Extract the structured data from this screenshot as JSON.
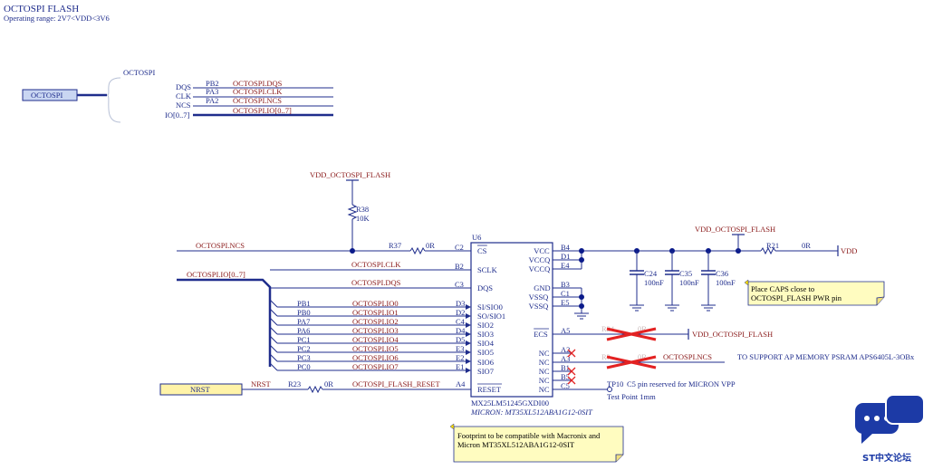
{
  "header": {
    "title": "OCTOSPI FLASH",
    "subtitle": "Operating range: 2V7<VDD<3V6"
  },
  "harness": {
    "port_label": "OCTOSPI",
    "bus_title": "OCTOSPI",
    "signals": [
      {
        "pin": "DQS",
        "port": "PB2",
        "net": "OCTOSPI.DQS"
      },
      {
        "pin": "CLK",
        "port": "PA3",
        "net": "OCTOSPI.CLK"
      },
      {
        "pin": "NCS",
        "port": "PA2",
        "net": "OCTOSPI.NCS"
      },
      {
        "pin": "IO[0..7]",
        "port": "",
        "net": "OCTOSPI.IO[0..7]"
      }
    ]
  },
  "pullup": {
    "supply": "VDD_OCTOSPI_FLASH",
    "ref": "R38",
    "value": "10K"
  },
  "left_nets": {
    "ncs": "OCTOSPI.NCS",
    "r37_ref": "R37",
    "r37_val": "0R",
    "io_bus": "OCTOSPI.IO[0..7]",
    "clk": "OCTOSPI.CLK",
    "dqs": "OCTOSPI.DQS",
    "io_lines": [
      {
        "port": "PB1",
        "net": "OCTOSPI.IO0",
        "pin": "D3"
      },
      {
        "port": "PB0",
        "net": "OCTOSPI.IO1",
        "pin": "D2"
      },
      {
        "port": "PA7",
        "net": "OCTOSPI.IO2",
        "pin": "C4"
      },
      {
        "port": "PA6",
        "net": "OCTOSPI.IO3",
        "pin": "D4"
      },
      {
        "port": "PC1",
        "net": "OCTOSPI.IO4",
        "pin": "D5"
      },
      {
        "port": "PC2",
        "net": "OCTOSPI.IO5",
        "pin": "E3"
      },
      {
        "port": "PC3",
        "net": "OCTOSPI.IO6",
        "pin": "E2"
      },
      {
        "port": "PC0",
        "net": "OCTOSPI.IO7",
        "pin": "E1"
      }
    ]
  },
  "reset": {
    "port_label": "NRST",
    "net": "NRST",
    "ref": "R23",
    "value": "0R",
    "flash_net": "OCTOSPI_FLASH_RESET",
    "pin": "A4"
  },
  "chip": {
    "ref": "U6",
    "part": "MX25LM51245GXDI00",
    "alt_part": "MICRON: MT35XL512ABA1G12-0SIT",
    "left_pins": [
      {
        "pin": "C2",
        "name": "CS",
        "bar": true
      },
      {
        "pin": "B2",
        "name": "SCLK",
        "bar": false
      },
      {
        "pin": "C3",
        "name": "DQS",
        "bar": false
      },
      {
        "name": "SI/SIO0"
      },
      {
        "name": "SO/SIO1"
      },
      {
        "name": "SIO2"
      },
      {
        "name": "SIO3"
      },
      {
        "name": "SIO4"
      },
      {
        "name": "SIO5"
      },
      {
        "name": "SIO6"
      },
      {
        "name": "SIO7"
      },
      {
        "name": "RESET",
        "bar": true
      }
    ],
    "right_pins": [
      {
        "name": "VCC",
        "pin": "B4"
      },
      {
        "name": "VCCQ",
        "pin": "D1"
      },
      {
        "name": "VCCQ",
        "pin": "E4"
      },
      {
        "name": "GND",
        "pin": "B3"
      },
      {
        "name": "VSSQ",
        "pin": "C1"
      },
      {
        "name": "VSSQ",
        "pin": "E5"
      },
      {
        "name": "ECS",
        "pin": "A5",
        "bar": true
      },
      {
        "name": "NC",
        "pin": "A2"
      },
      {
        "name": "NC",
        "pin": "A3"
      },
      {
        "name": "NC",
        "pin": "B1"
      },
      {
        "name": "NC",
        "pin": "B5"
      },
      {
        "name": "NC",
        "pin": "C5"
      }
    ]
  },
  "power": {
    "supply": "VDD_OCTOSPI_FLASH",
    "r21_ref": "R21",
    "r21_val": "0R",
    "vdd": "VDD",
    "caps": [
      {
        "ref": "C24",
        "value": "100nF"
      },
      {
        "ref": "C35",
        "value": "100nF"
      },
      {
        "ref": "C36",
        "value": "100nF"
      }
    ]
  },
  "dnp": {
    "r24_ref": "R24",
    "r24_val": "0R",
    "r24_net": "VDD_OCTOSPI_FLASH",
    "r_ref": "R?",
    "r_val": "0R",
    "r_net": "OCTOSPI.NCS"
  },
  "notes": {
    "caps": [
      "Place CAPS close to",
      "OCTOSPI_FLASH PWR pin"
    ],
    "psram": "TO SUPPORT AP MEMORY PSRAM APS6405L-3OBx",
    "tp_ref": "TP10",
    "tp_desc": "Test Point 1mm",
    "c5": "C5 pin reserved for MICRON VPP",
    "footprint": [
      "Footprint to be compatible with Macronix and",
      "Micron MT35XL512ABA1G12-0SIT"
    ]
  },
  "watermark": "ST中文论坛",
  "colors": {
    "wire": "#1f2d8c",
    "net_label": "#8a1a1a",
    "chip_fill": "#ffffff",
    "port_fill": "#c9d6f2",
    "reset_port_fill": "#fff3a8",
    "note_fill": "#fffcc0",
    "dnp_cross": "#e32222",
    "junction": "#0a1a8a",
    "logo_blue": "#1c3aa6"
  }
}
